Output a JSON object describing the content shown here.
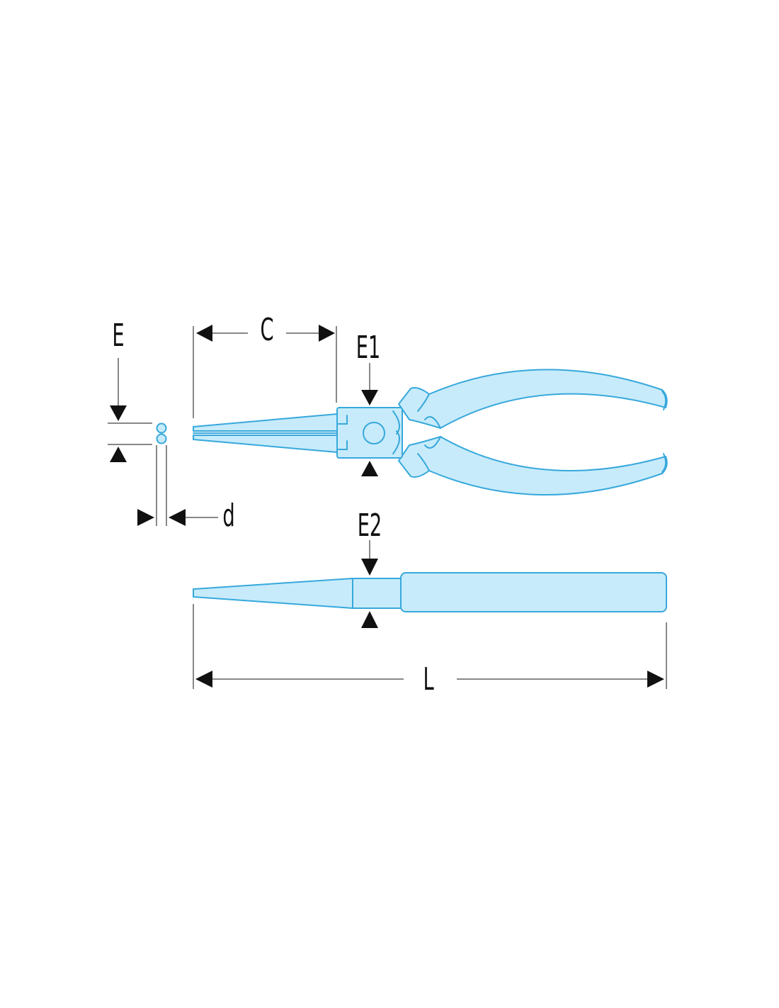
{
  "labels": {
    "thickness": "E",
    "jaw_length": "C",
    "joint_thickness_top": "E1",
    "tip_diameter": "d",
    "joint_thickness_side": "E2",
    "overall_length": "L"
  },
  "colors": {
    "tool_fill": "#c7ebfa",
    "tool_outline": "#37a8dc",
    "dimension": "#111111"
  }
}
